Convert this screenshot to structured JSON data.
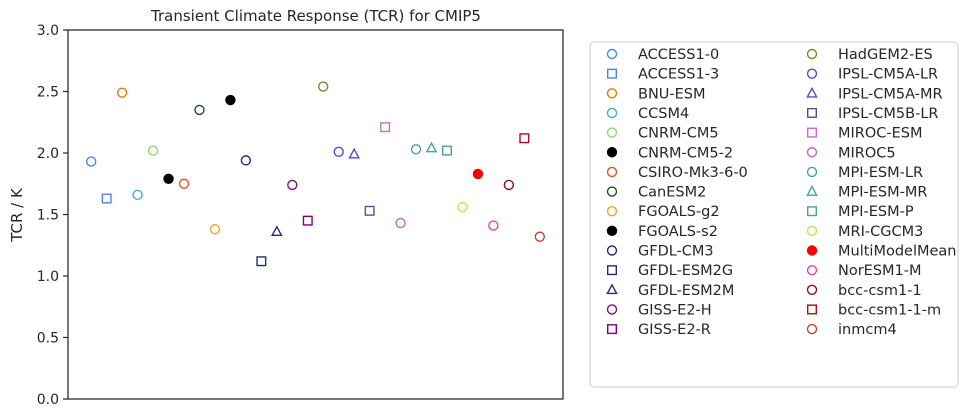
{
  "chart_data": {
    "type": "scatter",
    "title": "Transient Climate Response (TCR) for CMIP5",
    "xlabel": "",
    "ylabel": "TCR / K",
    "ylim": [
      0.0,
      3.0
    ],
    "xlim": [
      -1.5,
      30.5
    ],
    "yticks": [
      "0.0",
      "0.5",
      "1.0",
      "1.5",
      "2.0",
      "2.5",
      "3.0"
    ],
    "xticks_visible": false,
    "grid": false,
    "legend_placement": "outside-right",
    "legend_columns": 2,
    "series": [
      {
        "name": "ACCESS1-0",
        "x": 0,
        "y": 1.93,
        "marker": "circle",
        "filled": false,
        "color": "#4a86e8"
      },
      {
        "name": "ACCESS1-3",
        "x": 1,
        "y": 1.63,
        "marker": "square",
        "filled": false,
        "color": "#4a86e8"
      },
      {
        "name": "BNU-ESM",
        "x": 2,
        "y": 2.49,
        "marker": "circle",
        "filled": false,
        "color": "#d98000"
      },
      {
        "name": "CCSM4",
        "x": 3,
        "y": 1.66,
        "marker": "circle",
        "filled": false,
        "color": "#35b4dc"
      },
      {
        "name": "CNRM-CM5",
        "x": 4,
        "y": 2.02,
        "marker": "circle",
        "filled": false,
        "color": "#8ad86e"
      },
      {
        "name": "CNRM-CM5-2",
        "x": 5,
        "y": 1.79,
        "marker": "circle",
        "filled": true,
        "color": "#000000"
      },
      {
        "name": "CSIRO-Mk3-6-0",
        "x": 6,
        "y": 1.75,
        "marker": "circle",
        "filled": false,
        "color": "#f04e23"
      },
      {
        "name": "CanESM2",
        "x": 7,
        "y": 2.35,
        "marker": "circle",
        "filled": false,
        "color": "#1e4d26"
      },
      {
        "name": "FGOALS-g2",
        "x": 8,
        "y": 1.38,
        "marker": "circle",
        "filled": false,
        "color": "#f8a030"
      },
      {
        "name": "FGOALS-s2",
        "x": 9,
        "y": 2.43,
        "marker": "circle",
        "filled": true,
        "color": "#000000"
      },
      {
        "name": "GFDL-CM3",
        "x": 10,
        "y": 1.94,
        "marker": "circle",
        "filled": false,
        "color": "#1f2f6e"
      },
      {
        "name": "GFDL-ESM2G",
        "x": 11,
        "y": 1.12,
        "marker": "square",
        "filled": false,
        "color": "#1f2f6e"
      },
      {
        "name": "GFDL-ESM2M",
        "x": 12,
        "y": 1.36,
        "marker": "triangle",
        "filled": false,
        "color": "#1f2f6e"
      },
      {
        "name": "GISS-E2-H",
        "x": 13,
        "y": 1.74,
        "marker": "circle",
        "filled": false,
        "color": "#6e1a78"
      },
      {
        "name": "GISS-E2-R",
        "x": 14,
        "y": 1.45,
        "marker": "square",
        "filled": false,
        "color": "#800080"
      },
      {
        "name": "HadGEM2-ES",
        "x": 15,
        "y": 2.54,
        "marker": "circle",
        "filled": false,
        "color": "#7a8a1e"
      },
      {
        "name": "IPSL-CM5A-LR",
        "x": 16,
        "y": 2.01,
        "marker": "circle",
        "filled": false,
        "color": "#5848c8"
      },
      {
        "name": "IPSL-CM5A-MR",
        "x": 17,
        "y": 1.99,
        "marker": "triangle",
        "filled": false,
        "color": "#5848c8"
      },
      {
        "name": "IPSL-CM5B-LR",
        "x": 18,
        "y": 1.53,
        "marker": "square",
        "filled": false,
        "color": "#5848b0"
      },
      {
        "name": "MIROC-ESM",
        "x": 19,
        "y": 2.21,
        "marker": "square",
        "filled": false,
        "color": "#cc6acc"
      },
      {
        "name": "MIROC5",
        "x": 20,
        "y": 1.43,
        "marker": "circle",
        "filled": false,
        "color": "#c864c4"
      },
      {
        "name": "MPI-ESM-LR",
        "x": 21,
        "y": 2.03,
        "marker": "circle",
        "filled": false,
        "color": "#4aa0a0"
      },
      {
        "name": "MPI-ESM-MR",
        "x": 22,
        "y": 2.04,
        "marker": "triangle",
        "filled": false,
        "color": "#4aa0a0"
      },
      {
        "name": "MPI-ESM-P",
        "x": 23,
        "y": 2.02,
        "marker": "square",
        "filled": false,
        "color": "#4aa0a0"
      },
      {
        "name": "MRI-CGCM3",
        "x": 24,
        "y": 1.56,
        "marker": "circle",
        "filled": false,
        "color": "#b4f040"
      },
      {
        "name": "MultiModelMean",
        "x": 25,
        "y": 1.83,
        "marker": "circle",
        "filled": true,
        "color": "#ff0000"
      },
      {
        "name": "NorESM1-M",
        "x": 26,
        "y": 1.41,
        "marker": "circle",
        "filled": false,
        "color": "#f040a0"
      },
      {
        "name": "bcc-csm1-1",
        "x": 27,
        "y": 1.74,
        "marker": "circle",
        "filled": false,
        "color": "#8b1010"
      },
      {
        "name": "bcc-csm1-1-m",
        "x": 28,
        "y": 2.12,
        "marker": "square",
        "filled": false,
        "color": "#a80c18"
      },
      {
        "name": "inmcm4",
        "x": 29,
        "y": 1.32,
        "marker": "circle",
        "filled": false,
        "color": "#c04828"
      }
    ]
  }
}
